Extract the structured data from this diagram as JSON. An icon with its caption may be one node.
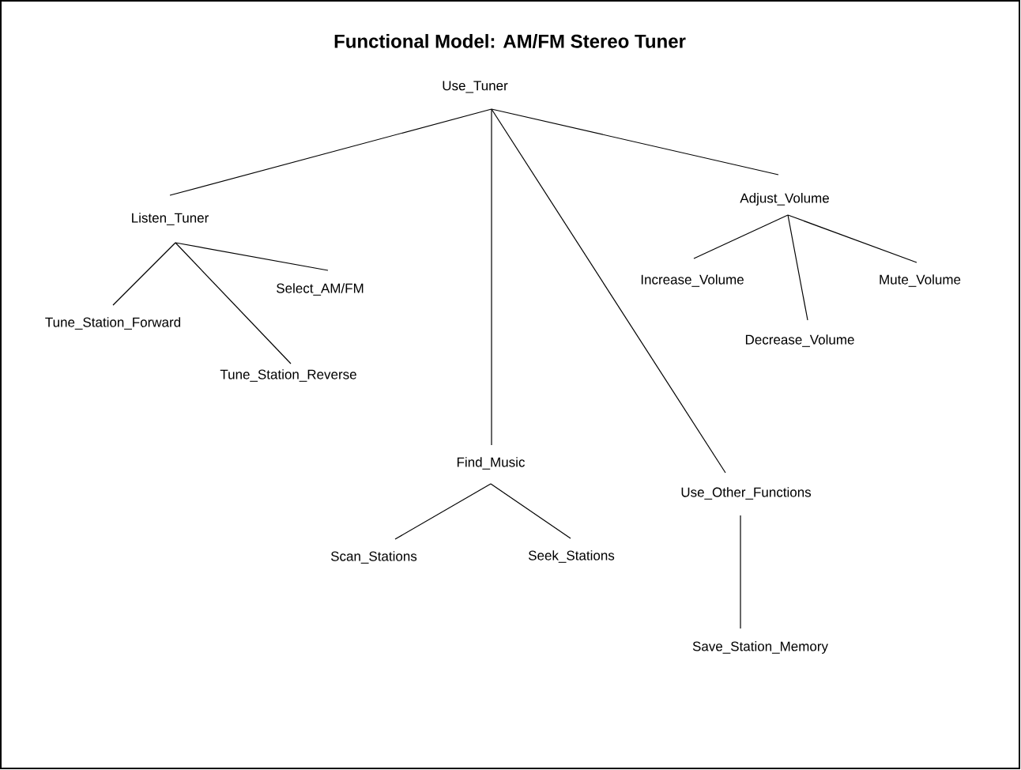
{
  "diagram": {
    "title": "Functional Model: AM/FM Stereo Tuner",
    "nodes": [
      {
        "text": [
          "Use_Tuner"
        ]
      },
      {
        "text": [
          "Listen_Tuner"
        ]
      },
      {
        "text": [
          "Tune_Station_Forward"
        ]
      },
      {
        "text": [
          "Select_AM/FM"
        ]
      },
      {
        "text": [
          "Tune_Station_Reverse"
        ]
      },
      {
        "text": [
          "Find_Music"
        ]
      },
      {
        "text": [
          "Scan_Stations"
        ]
      },
      {
        "text": [
          "Seek_Stations"
        ]
      },
      {
        "text": [
          "Use_Other_Functions"
        ]
      },
      {
        "text": [
          "Save_Station_Memory"
        ]
      },
      {
        "text": [
          "Adjust_Volume"
        ]
      },
      {
        "text": [
          "Increase_Volume"
        ]
      },
      {
        "text": [
          "Decrease_Volume"
        ]
      },
      {
        "text": [
          "Mute_Volume"
        ]
      }
    ],
    "edges": [
      {
        "from": 0,
        "to": 1,
        "arrow": "none"
      },
      {
        "from": 0,
        "to": 5,
        "arrow": "none"
      },
      {
        "from": 0,
        "to": 8,
        "arrow": "none"
      },
      {
        "from": 0,
        "to": 10,
        "arrow": "none"
      },
      {
        "from": 1,
        "to": 2,
        "arrow": "none"
      },
      {
        "from": 1,
        "to": 4,
        "arrow": "none"
      },
      {
        "from": 1,
        "to": 3,
        "arrow": "none"
      },
      {
        "from": 5,
        "to": 6,
        "arrow": "none"
      },
      {
        "from": 5,
        "to": 7,
        "arrow": "none"
      },
      {
        "from": 8,
        "to": 9,
        "arrow": "none"
      },
      {
        "from": 10,
        "to": 11,
        "arrow": "none"
      },
      {
        "from": 10,
        "to": 12,
        "arrow": "none"
      },
      {
        "from": 10,
        "to": 13,
        "arrow": "none"
      }
    ]
  }
}
